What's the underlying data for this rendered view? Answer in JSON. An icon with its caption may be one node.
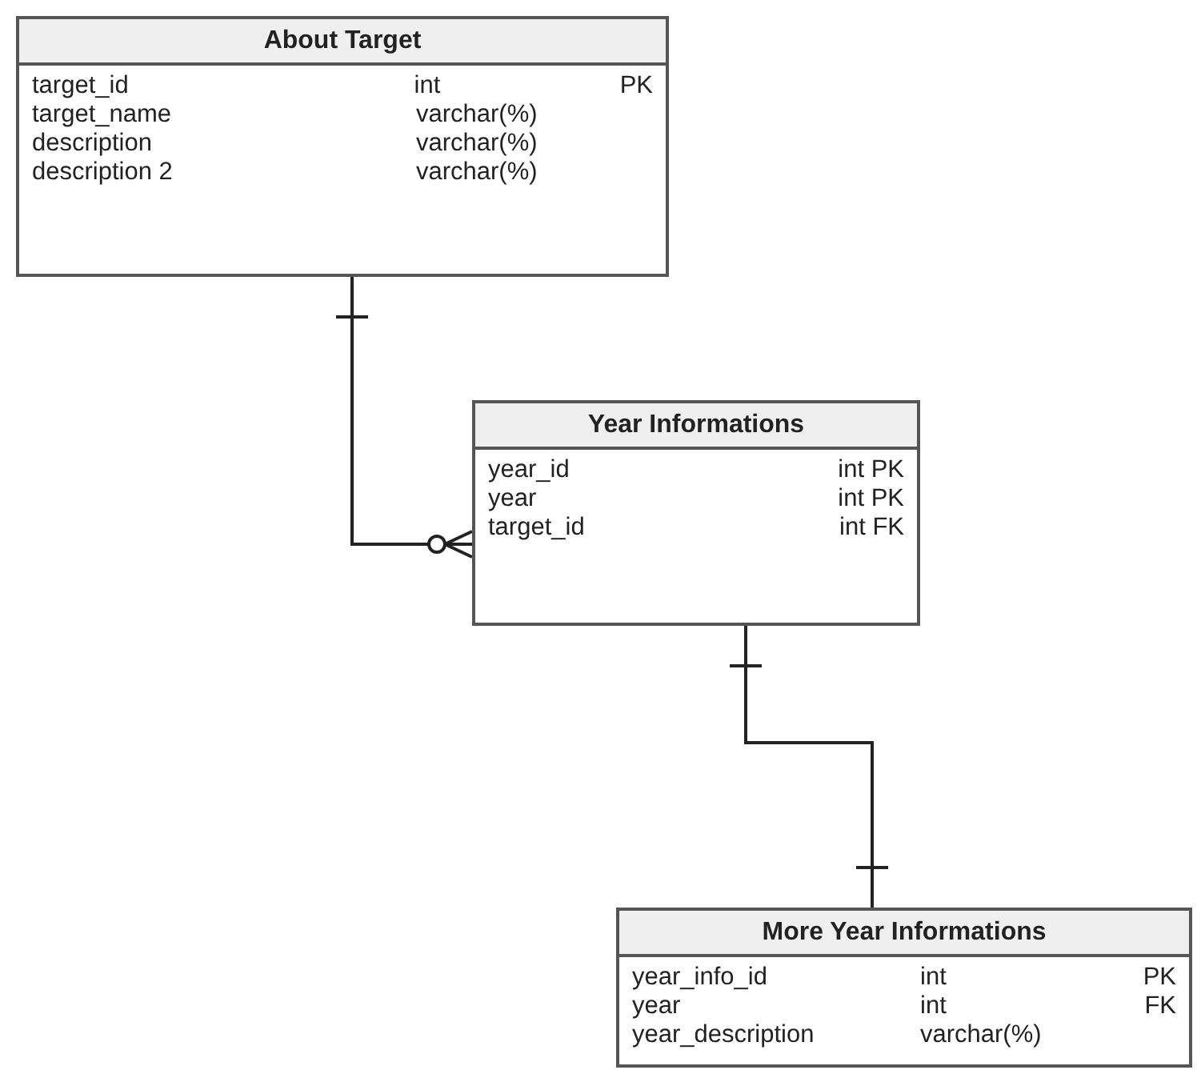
{
  "diagram": {
    "nodes": [
      {
        "text": [
          "About Target",
          "target_id",
          "int",
          "PK",
          "target_name",
          "varchar(%)",
          "description",
          "varchar(%)",
          "description 2",
          "varchar(%)"
        ]
      },
      {
        "text": [
          "Year Informations",
          "year_id",
          "int PK",
          "year",
          "int PK",
          "target_id",
          "int FK"
        ]
      },
      {
        "text": [
          "More Year Informations",
          "year_info_id",
          "int",
          "PK",
          "year",
          "int",
          "FK",
          "year_description",
          "varchar(%)"
        ]
      }
    ],
    "edges": [
      {
        "from": 0,
        "to": 1,
        "arrow": "other"
      },
      {
        "from": 1,
        "to": 2,
        "arrow": "other"
      }
    ]
  }
}
